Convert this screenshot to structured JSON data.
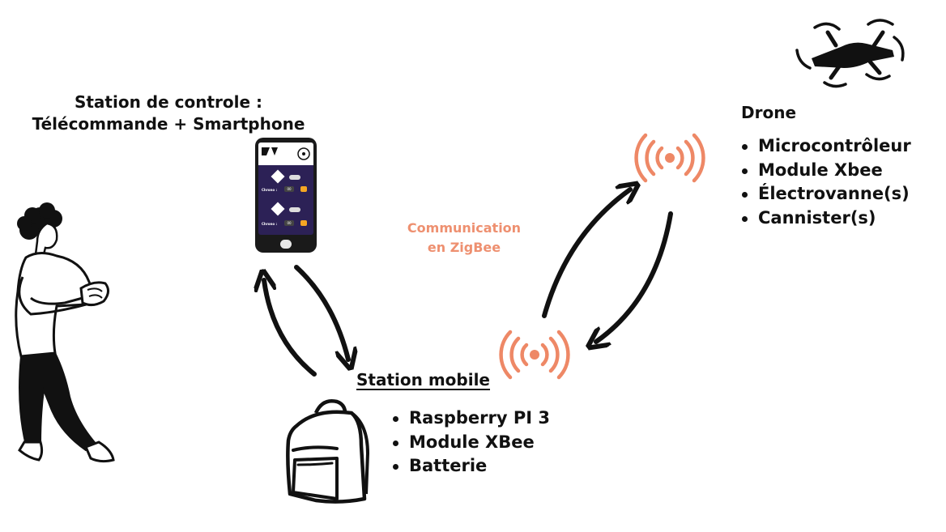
{
  "control_station": {
    "title_line1": "Station de controle :",
    "title_line2": "Télécommande + Smartphone"
  },
  "drone": {
    "title": "Drone",
    "items": [
      "Microcontrôleur",
      "Module Xbee",
      "Électrovanne(s)",
      "Cannister(s)"
    ]
  },
  "mobile_station": {
    "title": "Station mobile",
    "items": [
      "Raspberry PI 3",
      "Module XBee",
      "Batterie"
    ]
  },
  "communication": {
    "line1": "Communication",
    "line2": "en ZigBee"
  },
  "phone_screen": {
    "chrono_label_1": "Chrono :",
    "chrono_value_1": "00",
    "chrono_label_2": "Chrono :",
    "chrono_value_2": "00"
  },
  "icons": {
    "person": "person-with-remote-icon",
    "phone": "smartphone-icon",
    "backpack": "backpack-icon",
    "drone": "drone-icon",
    "signal": "wireless-signal-icon",
    "arrow": "curved-arrow-icon"
  },
  "colors": {
    "signal": "#ee8866",
    "communication_text": "#ee9070",
    "ink": "#111111"
  }
}
